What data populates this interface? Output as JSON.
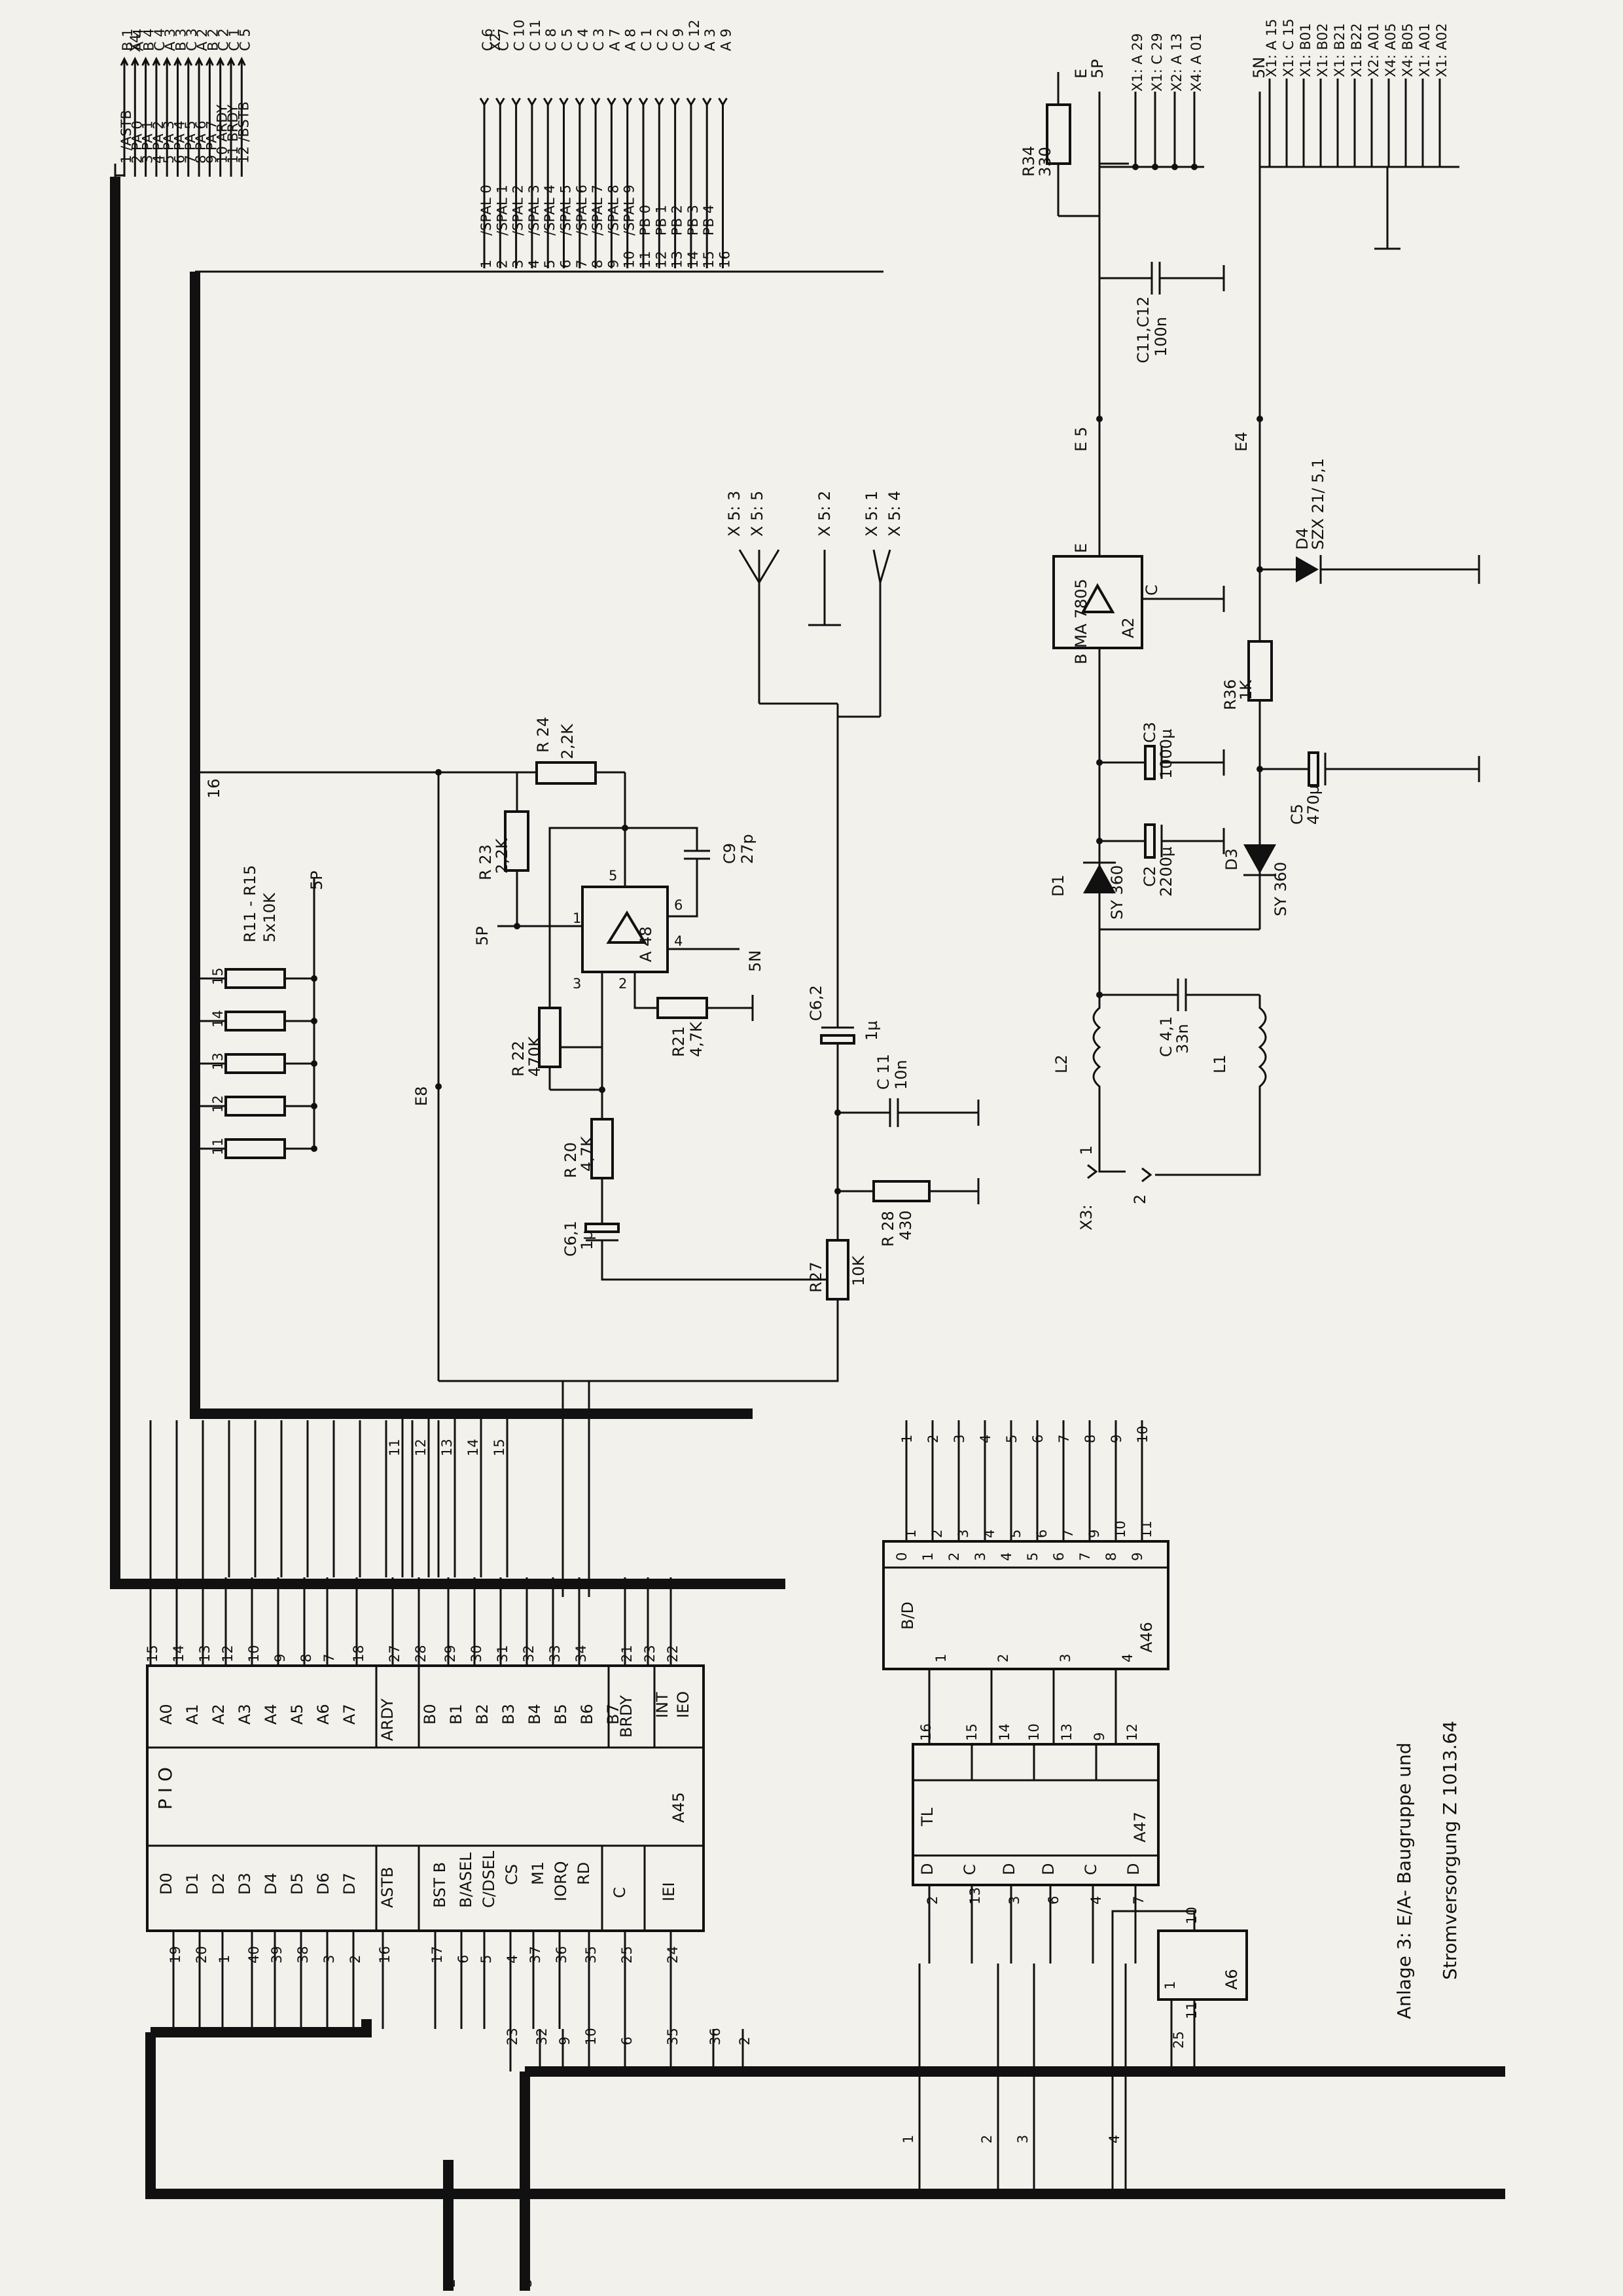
{
  "caption": {
    "line1": "Anlage 3:  E/A- Baugruppe und",
    "line2": "Stromversorgung  Z 1013.64"
  },
  "pio": {
    "name": "P I O",
    "ref": "A45",
    "pins_a": [
      "A0",
      "A1",
      "A2",
      "A3",
      "A4",
      "A5",
      "A6",
      "A7"
    ],
    "pins_b": [
      "B0",
      "B1",
      "B2",
      "B3",
      "B4",
      "B5",
      "B6",
      "B7"
    ],
    "pins_d": [
      "D0",
      "D1",
      "D2",
      "D3",
      "D4",
      "D5",
      "D6",
      "D7"
    ],
    "ctrl_top": [
      "ARDY",
      "BRDY",
      "INT",
      "IEO"
    ],
    "ctrl_bottom": [
      "ASTB",
      "BST B",
      "B/ASEL",
      "C/DSEL",
      "CS",
      "M1",
      "IORQ",
      "RD",
      "C",
      "IEI"
    ],
    "pin_numbers": [
      "15",
      "14",
      "13",
      "12",
      "10",
      "9",
      "8",
      "7",
      "18",
      "27",
      "28",
      "29",
      "30",
      "31",
      "32",
      "33",
      "34",
      "21",
      "23",
      "22",
      "19",
      "20",
      "1",
      "40",
      "39",
      "38",
      "3",
      "2",
      "16",
      "17",
      "6",
      "5",
      "4",
      "37",
      "36",
      "35",
      "25",
      "24"
    ]
  },
  "connector_x4": {
    "header": "X4:",
    "rows": [
      {
        "num": "1",
        "label": "/ASTB",
        "pin": "B 1"
      },
      {
        "num": "2",
        "label": "PA 0",
        "pin": "A 4"
      },
      {
        "num": "3",
        "label": "PA 1",
        "pin": "B 4"
      },
      {
        "num": "4",
        "label": "PA 2",
        "pin": "C 4"
      },
      {
        "num": "5",
        "label": "PA 3",
        "pin": "A 3"
      },
      {
        "num": "6",
        "label": "PA 4",
        "pin": "B 3"
      },
      {
        "num": "7",
        "label": "PA 5",
        "pin": "C 3"
      },
      {
        "num": "8",
        "label": "PA 6",
        "pin": "A 2"
      },
      {
        "num": "9",
        "label": "PA 7",
        "pin": "B 2"
      },
      {
        "num": "10",
        "label": "ARDY",
        "pin": "C 2"
      },
      {
        "num": "11",
        "label": "BRDY",
        "pin": "C 1"
      },
      {
        "num": "12",
        "label": "/BSTB",
        "pin": "C 5"
      }
    ]
  },
  "connector_x2": {
    "header": "X2:",
    "rows": [
      {
        "num": "1",
        "label": "/SPAL 0",
        "pin": "C 6"
      },
      {
        "num": "2",
        "label": "/SPAL 1",
        "pin": "C 7"
      },
      {
        "num": "3",
        "label": "/SPAL 2",
        "pin": "C 10"
      },
      {
        "num": "4",
        "label": "/SPAL 3",
        "pin": "C 11"
      },
      {
        "num": "5",
        "label": "/SPAL 4",
        "pin": "C 8"
      },
      {
        "num": "6",
        "label": "/SPAL 5",
        "pin": "C 5"
      },
      {
        "num": "7",
        "label": "/SPAL 6",
        "pin": "C 4"
      },
      {
        "num": "8",
        "label": "/SPAL 7",
        "pin": "C 3"
      },
      {
        "num": "9",
        "label": "/SPAL 8",
        "pin": "A 7"
      },
      {
        "num": "10",
        "label": "/SPAL 9",
        "pin": "A 8"
      },
      {
        "num": "11",
        "label": "PB 0",
        "pin": "C 1"
      },
      {
        "num": "12",
        "label": "PB 1",
        "pin": "C 2"
      },
      {
        "num": "13",
        "label": "PB 2",
        "pin": "C 9"
      },
      {
        "num": "14",
        "label": "PB 3",
        "pin": "C 12"
      },
      {
        "num": "15",
        "label": "PB 4",
        "pin": "A 3"
      },
      {
        "num": "16",
        "label": "",
        "pin": "A 9"
      }
    ]
  },
  "supply_5p": {
    "label": "5P",
    "taps": [
      "X1: A 29",
      "X1: C 29",
      "X2: A 13",
      "X4: A 01"
    ]
  },
  "supply_5n": {
    "label": "5N",
    "taps": [
      "X1: A 15",
      "X1: C 15",
      "X1: B01",
      "X1: B02",
      "X1: B21",
      "X1: B22",
      "X2: A01",
      "X4: A05",
      "X4: B05",
      "X1: A01",
      "X1: A02"
    ]
  },
  "x5": [
    "X 5:  3",
    "X 5:  5",
    "X 5:  2",
    "X 5:  1",
    "X 5:  4"
  ],
  "x3": {
    "label": "X3:",
    "pins": [
      "1",
      "2"
    ]
  },
  "components": {
    "r34": [
      "R34",
      "330"
    ],
    "c11": [
      "C11,C12",
      "100n"
    ],
    "e": "E",
    "e5": "E 5",
    "e4": "E4",
    "e8": "E8",
    "reg": [
      "MA 7805",
      "A2"
    ],
    "reg_pins": [
      "E",
      "B",
      "C"
    ],
    "d4": [
      "D4",
      "SZX 21/ 5,1"
    ],
    "r36": [
      "R36",
      "1K"
    ],
    "c3": [
      "C3",
      "1000µ"
    ],
    "c2": [
      "C2",
      "2200µ"
    ],
    "c5": [
      "C5",
      "470µ"
    ],
    "d1": [
      "D1",
      "SY 360"
    ],
    "d3": [
      "D3",
      "SY 360"
    ],
    "c41": [
      "C 4,1",
      "33n"
    ],
    "l1": "L1",
    "l2": "L2",
    "r24": [
      "R 24",
      "2,2K"
    ],
    "r23": [
      "R 23",
      "2,2K"
    ],
    "c9": [
      "C9",
      "27p"
    ],
    "a48": "A 48",
    "r22": [
      "R 22",
      "470K"
    ],
    "r21": [
      "R21",
      "4,7K"
    ],
    "r20": [
      "R 20",
      "4,7K"
    ],
    "c61": [
      "C6,1",
      "1µ"
    ],
    "c62": [
      "C6,2",
      "1µ"
    ],
    "c11b": [
      "C 11",
      "10n"
    ],
    "r28": [
      "R 28",
      "430"
    ],
    "r27": [
      "R27",
      "10K"
    ],
    "r11": [
      "R11 - R15",
      "5x10K"
    ],
    "r11_nums": [
      "11",
      "12",
      "13",
      "14",
      "15"
    ],
    "p5": "5P",
    "n5": "5N",
    "op_pins": [
      "1",
      "2",
      "3",
      "4",
      "5",
      "6"
    ]
  },
  "a46": {
    "name": "B/D",
    "ref": "A46",
    "in": [
      "1",
      "2",
      "3",
      "4"
    ],
    "out": [
      "0",
      "1",
      "2",
      "3",
      "4",
      "5",
      "6",
      "7",
      "8",
      "9"
    ],
    "out_pins": [
      "1",
      "2",
      "3",
      "4",
      "5",
      "6",
      "7",
      "9",
      "10",
      "11"
    ]
  },
  "a47": {
    "name": "TL",
    "ref": "A47",
    "in": [
      "D",
      "C",
      "D",
      "D",
      "C",
      "D"
    ]
  },
  "a6": {
    "ref": "A6",
    "pins": [
      "1",
      "10",
      "11",
      "25"
    ]
  },
  "net_numbers": [
    "1",
    "2",
    "3",
    "4",
    "5",
    "6",
    "7",
    "8",
    "9",
    "10",
    "11",
    "12",
    "13",
    "14",
    "15",
    "16",
    "2",
    "3",
    "23",
    "32",
    "9",
    "10",
    "6",
    "35",
    "36"
  ]
}
